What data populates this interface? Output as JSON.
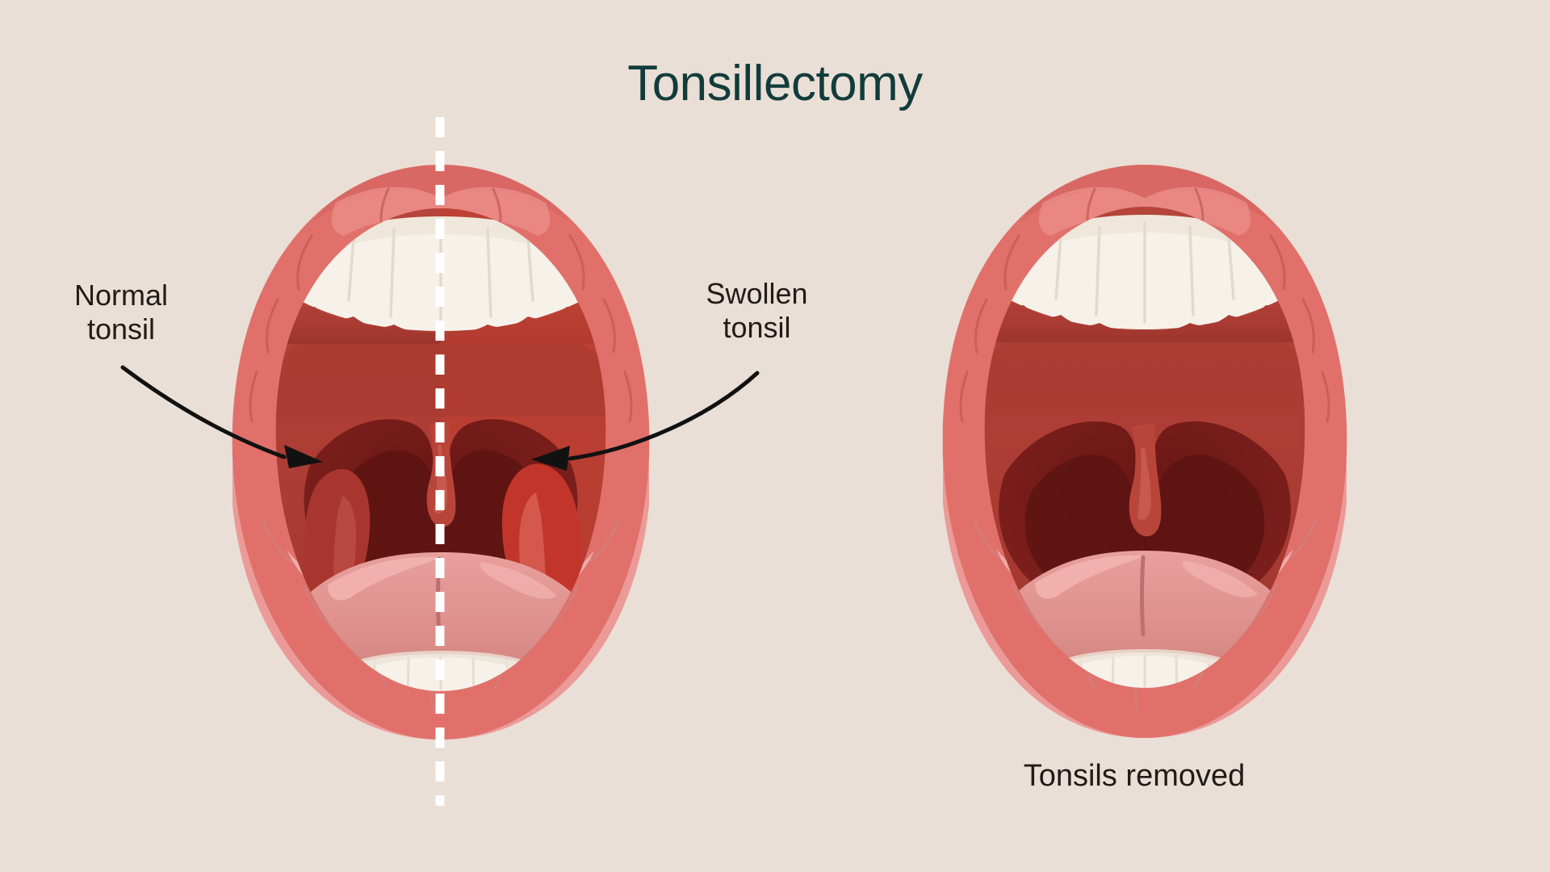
{
  "page": {
    "background_color": "#eadfd6",
    "title": "Tonsillectomy",
    "title_color": "#123c3c"
  },
  "labels": {
    "normal_tonsil": "Normal\ntonsil",
    "swollen_tonsil": "Swollen\ntonsil",
    "tonsils_removed": "Tonsils removed",
    "text_color": "#211b18"
  },
  "illustration": {
    "left_figure_name": "mouth-with-tonsils",
    "right_figure_name": "mouth-tonsils-removed",
    "divider": "vertical-dashed-line",
    "divider_color": "#ffffff",
    "arrow_color": "#111111",
    "colors": {
      "lip_outer": "#e1706b",
      "lip_outer_dark": "#d4605c",
      "lip_highlight": "#e98d89",
      "lower_lip": "#efa3a1",
      "lower_lip_light": "#f2b4b2",
      "lower_lip_shadow": "#dd8a88",
      "teeth": "#f6f1e9",
      "teeth_shadow": "#e8e0d4",
      "mouth_interior": "#b5443a",
      "mouth_interior_dark": "#a33b33",
      "inflamed_interior": "#c0392d",
      "throat_dark": "#771c1a",
      "throat_darker": "#5e1513",
      "tonsil": "#a8362e",
      "tonsil_swollen": "#c2352b",
      "uvula": "#b9453a",
      "tongue": "#dd8f8b",
      "tongue_light": "#e8a09c",
      "tongue_shadow": "#c97a77"
    }
  }
}
